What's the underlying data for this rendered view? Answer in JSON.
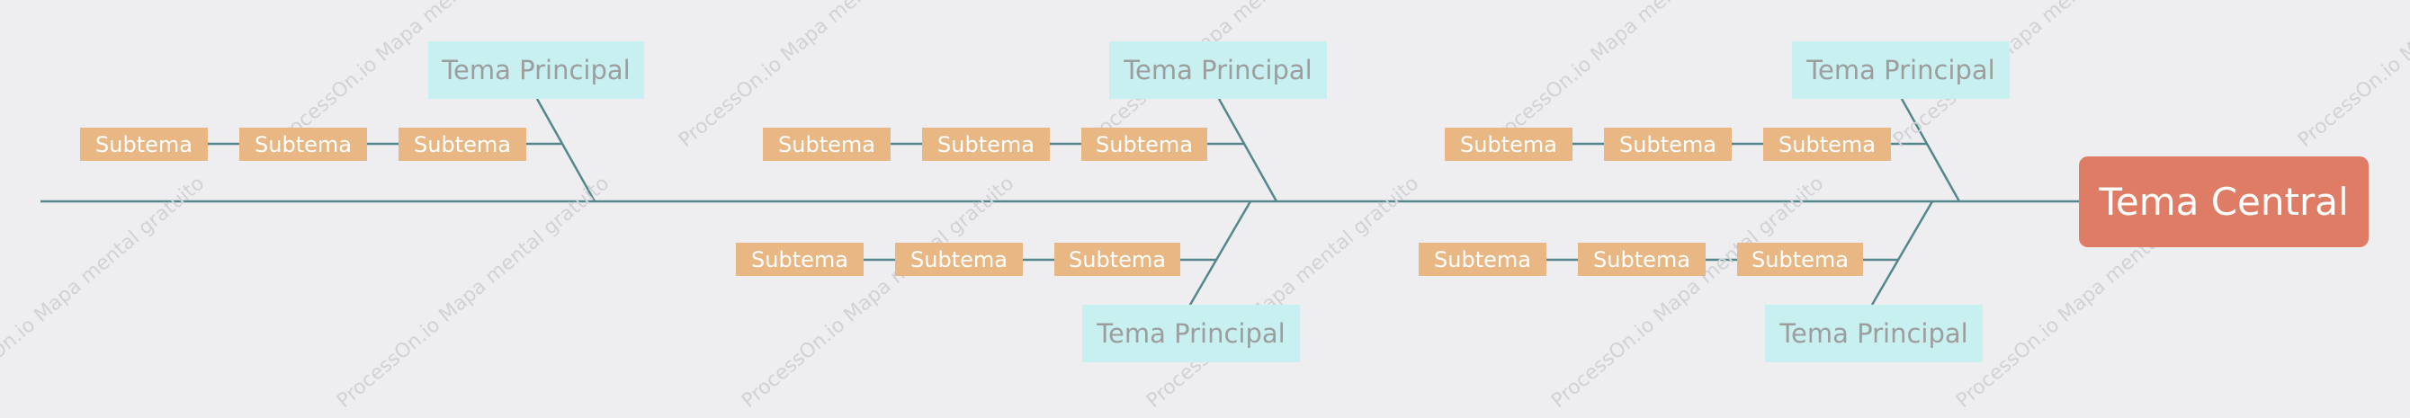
{
  "central": {
    "label": "Tema Central"
  },
  "branches": [
    {
      "label": "Tema Principal",
      "subtopics": [
        "Subtema",
        "Subtema",
        "Subtema"
      ]
    },
    {
      "label": "Tema Principal",
      "subtopics": [
        "Subtema",
        "Subtema",
        "Subtema"
      ]
    },
    {
      "label": "Tema Principal",
      "subtopics": [
        "Subtema",
        "Subtema",
        "Subtema"
      ]
    },
    {
      "label": "Tema Principal",
      "subtopics": [
        "Subtema",
        "Subtema",
        "Subtema"
      ]
    },
    {
      "label": "Tema Principal",
      "subtopics": [
        "Subtema",
        "Subtema",
        "Subtema"
      ]
    }
  ],
  "watermark": {
    "text": "ProcessOn.io Mapa mental gratuito"
  },
  "colors": {
    "line": "#54878c",
    "main_topic_bg": "#c8f0f1",
    "main_topic_text": "#9d9d9d",
    "subtopic_bg": "#e9b783",
    "central_bg": "#de7c65"
  }
}
